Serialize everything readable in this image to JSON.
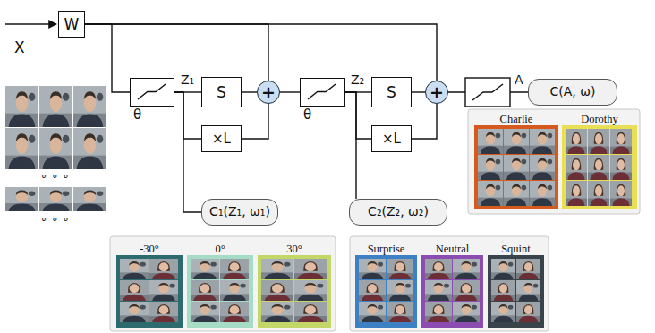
{
  "diagram": {
    "nodes": [
      {
        "text": [
          "W"
        ]
      },
      {
        "text": [
          "θ"
        ]
      },
      {
        "text": [
          "S"
        ]
      },
      {
        "text": [
          "+"
        ]
      },
      {
        "text": [
          "θ"
        ]
      },
      {
        "text": [
          "S"
        ]
      },
      {
        "text": [
          "+"
        ]
      },
      {
        "text": [
          "C(A, ω)"
        ]
      },
      {
        "text": [
          "×L"
        ]
      },
      {
        "text": [
          "×L"
        ]
      },
      {
        "text": [
          "Charlie"
        ]
      },
      {
        "text": [
          "Dorothy"
        ]
      },
      {
        "text": [
          "C₁(Z₁, ω₁)"
        ]
      },
      {
        "text": [
          "C₂(Z₂, ω₂)"
        ]
      },
      {
        "text": [
          "-30°"
        ]
      },
      {
        "text": [
          "0°"
        ]
      },
      {
        "text": [
          "30°"
        ]
      },
      {
        "text": [
          "Surprise"
        ]
      },
      {
        "text": [
          "Neutral"
        ]
      },
      {
        "text": [
          "Squint"
        ]
      }
    ],
    "edges": [
      {
        "from": 0,
        "to": 1,
        "arrow": "none"
      },
      {
        "from": 0,
        "to": 3,
        "arrow": "none"
      },
      {
        "from": 0,
        "to": 6,
        "arrow": "none"
      },
      {
        "from": 1,
        "to": 2,
        "label": "Z₁",
        "arrow": "none"
      },
      {
        "from": 1,
        "to": 8,
        "arrow": "none"
      },
      {
        "from": 1,
        "to": 12,
        "arrow": "none"
      },
      {
        "from": 2,
        "to": 3,
        "arrow": "none"
      },
      {
        "from": 8,
        "to": 3,
        "arrow": "none"
      },
      {
        "from": 3,
        "to": 4,
        "arrow": "none"
      },
      {
        "from": 4,
        "to": 5,
        "label": "Z₂",
        "arrow": "none"
      },
      {
        "from": 4,
        "to": 9,
        "arrow": "none"
      },
      {
        "from": 4,
        "to": 13,
        "arrow": "none"
      },
      {
        "from": 5,
        "to": 6,
        "arrow": "none"
      },
      {
        "from": 9,
        "to": 6,
        "arrow": "none"
      },
      {
        "from": 6,
        "to": 7,
        "label": "A",
        "arrow": "none"
      }
    ],
    "labels": [
      "X",
      "∘ ∘ ∘",
      "∘ ∘ ∘"
    ]
  }
}
